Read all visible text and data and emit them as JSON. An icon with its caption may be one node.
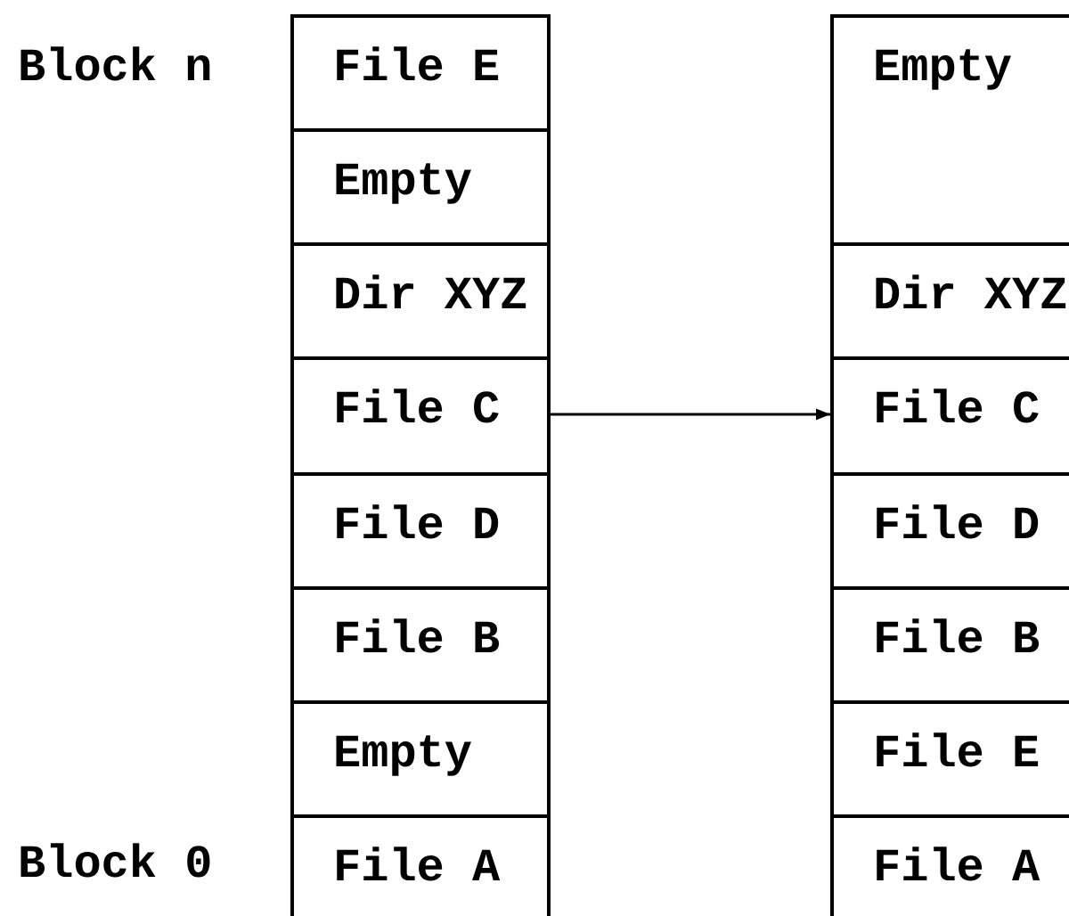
{
  "diagram": {
    "nodes": [
      {
        "text": [
          "File E"
        ]
      },
      {
        "text": [
          "Empty"
        ]
      },
      {
        "text": [
          "Dir XYZ"
        ]
      },
      {
        "text": [
          "File C"
        ]
      },
      {
        "text": [
          "File D"
        ]
      },
      {
        "text": [
          "File B"
        ]
      },
      {
        "text": [
          "Empty"
        ]
      },
      {
        "text": [
          "File A"
        ]
      },
      {
        "text": [
          "Empty"
        ]
      },
      {
        "text": [
          "Dir XYZ"
        ]
      },
      {
        "text": [
          "File C"
        ]
      },
      {
        "text": [
          "File D"
        ]
      },
      {
        "text": [
          "File B"
        ]
      },
      {
        "text": [
          "File E"
        ]
      },
      {
        "text": [
          "File A"
        ]
      }
    ],
    "edges": [
      {
        "from": 3,
        "to": 10,
        "arrow": "to"
      }
    ],
    "labels": [
      "Block n",
      "Block 0"
    ]
  }
}
